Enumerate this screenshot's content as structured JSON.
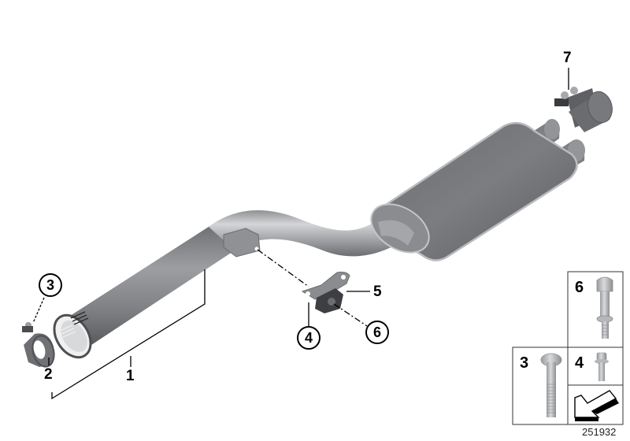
{
  "diagram": {
    "subject": "Exhaust system – front pipe and rear silencer parts diagram",
    "diagram_number": "251932",
    "colors": {
      "background": "#ffffff",
      "part_gray_light": "#b5b7ba",
      "part_gray_mid": "#8a8c8f",
      "part_gray_dark": "#5c5e61",
      "line": "#000000"
    },
    "callouts": [
      {
        "id": "1",
        "label": "1",
        "style": "plain",
        "part": "front pipe"
      },
      {
        "id": "2",
        "label": "2",
        "style": "plain",
        "part": "pipe clamp"
      },
      {
        "id": "3",
        "label": "3",
        "style": "circled",
        "part": "clamp bolt"
      },
      {
        "id": "4",
        "label": "4",
        "style": "circled",
        "part": "bracket screw"
      },
      {
        "id": "5",
        "label": "5",
        "style": "plain",
        "part": "rubber mount / bracket"
      },
      {
        "id": "6",
        "label": "6",
        "style": "circled",
        "part": "stud bolt"
      },
      {
        "id": "7",
        "label": "7",
        "style": "plain",
        "part": "tailpipe clamp"
      }
    ],
    "insets": [
      {
        "label": "6",
        "part": "stud bolt"
      },
      {
        "label": "3",
        "part": "carriage bolt"
      },
      {
        "label": "4",
        "part": "flange screw"
      },
      {
        "label": "",
        "part": "direction-of-travel arrow symbol"
      }
    ]
  }
}
